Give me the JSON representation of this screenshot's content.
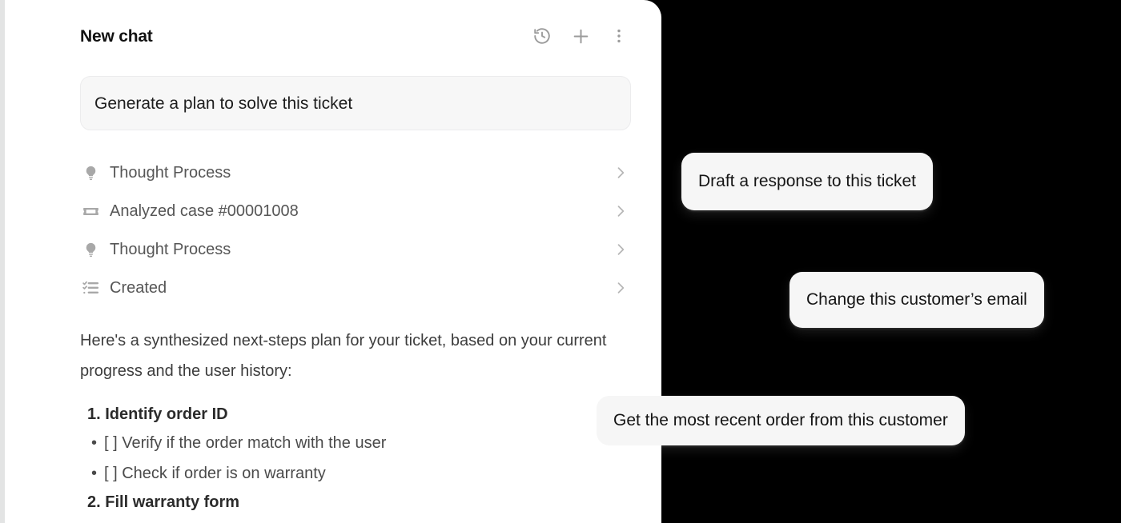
{
  "window": {
    "background_color": "#000000",
    "panel_color": "#ffffff",
    "gutter_color": "#e3e4e4"
  },
  "header": {
    "title": "New chat",
    "actions": [
      {
        "name": "history-icon",
        "label": "History"
      },
      {
        "name": "new-chat-icon",
        "label": "New chat"
      },
      {
        "name": "more-options-icon",
        "label": "More options"
      }
    ]
  },
  "prompt": {
    "value": "Generate a plan to solve this ticket",
    "placeholder": "Generate a plan to solve this ticket"
  },
  "steps": [
    {
      "icon": "lightbulb-icon",
      "label": "Thought Process",
      "chevron": "chevron-right-icon"
    },
    {
      "icon": "ticket-icon",
      "label": "Analyzed case #00001008",
      "chevron": "chevron-right-icon"
    },
    {
      "icon": "lightbulb-icon",
      "label": "Thought Process",
      "chevron": "chevron-right-icon"
    },
    {
      "icon": "checklist-icon",
      "label": "Created",
      "chevron": "chevron-right-icon"
    }
  ],
  "body": {
    "paragraph": "Here's a synthesized next-steps plan for your ticket, based on your current progress and the user history:"
  },
  "plan": {
    "items": [
      {
        "number": "1.",
        "title": "Identify order ID"
      },
      {
        "bullet": "•",
        "text": "[  ] Verify if the order match with the user"
      },
      {
        "bullet": "•",
        "text": "[  ] Check if order is on warranty"
      },
      {
        "number": "2.",
        "title": "Fill warranty form"
      }
    ]
  },
  "suggestions": [
    {
      "label": "Draft a response to this ticket"
    },
    {
      "label": "Change this customer’s email"
    },
    {
      "label": "Get the most recent order from this customer"
    }
  ]
}
